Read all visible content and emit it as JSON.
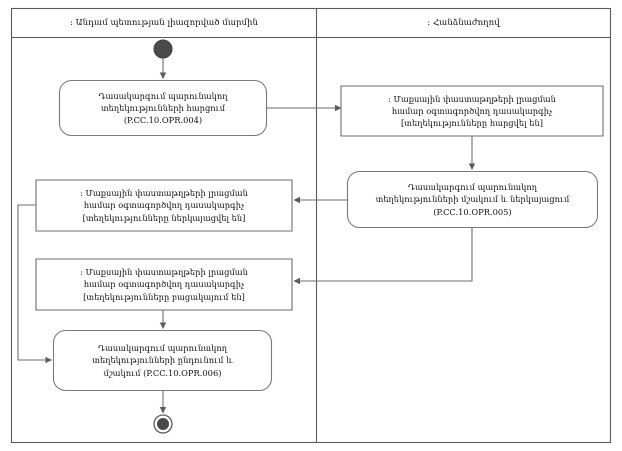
{
  "diagram": {
    "type": "uml-activity-diagram",
    "title": "",
    "lanes": [
      {
        "id": "lane-left",
        "label": ": Անդամ պետության լիազորված մարմին"
      },
      {
        "id": "lane-right",
        "label": ": Հանձնաժողով"
      }
    ],
    "nodes": [
      {
        "id": "initial-node",
        "kind": "initial-node",
        "lane": "lane-left",
        "label": ""
      },
      {
        "id": "activity-opr-004",
        "kind": "activity",
        "lane": "lane-left",
        "lines": [
          "Դասակարգում պարունակող",
          "տեղեկությունների հարցում",
          "(P.CC.10.OPR.004)"
        ]
      },
      {
        "id": "object-request-sent",
        "kind": "object-node",
        "lane": "lane-right",
        "lines": [
          ": Մաքսային փաստաթղթերի լրացման",
          "համար օգտագործվող դասակարգիչ",
          "[տեղեկությունները հարցվել են]"
        ]
      },
      {
        "id": "activity-opr-005",
        "kind": "activity",
        "lane": "lane-right",
        "lines": [
          "Դասակարգում պարունակող",
          "տեղեկությունների մշակում և ներկայացում",
          "(P.CC.10.OPR.005)"
        ]
      },
      {
        "id": "object-data-presented",
        "kind": "object-node",
        "lane": "lane-left",
        "lines": [
          ": Մաքսային փաստաթղթերի լրացման",
          "համար օգտագործվող դասակարգիչ",
          "[տեղեկությունները ներկայացվել են]"
        ]
      },
      {
        "id": "object-data-missing",
        "kind": "object-node",
        "lane": "lane-left",
        "lines": [
          ": Մաքսային փաստաթղթերի լրացման",
          "համար օգտագործվող դասակարգիչ",
          "[տեղեկությունները բացակայում են]"
        ]
      },
      {
        "id": "activity-opr-006",
        "kind": "activity",
        "lane": "lane-left",
        "lines": [
          "Դասակարգում պարունակող",
          "տեղեկությունների ընդունում և",
          "մշակում (P.CC.10.OPR.006)"
        ]
      },
      {
        "id": "final-node",
        "kind": "final-node",
        "lane": "lane-left",
        "label": ""
      }
    ],
    "edges": [
      {
        "id": "edge-initial-to-004",
        "from": "initial-node",
        "to": "activity-opr-004"
      },
      {
        "id": "edge-004-to-request-sent",
        "from": "activity-opr-004",
        "to": "object-request-sent"
      },
      {
        "id": "edge-request-sent-to-005",
        "from": "object-request-sent",
        "to": "activity-opr-005"
      },
      {
        "id": "edge-005-to-presented",
        "from": "activity-opr-005",
        "to": "object-data-presented"
      },
      {
        "id": "edge-005-to-missing",
        "from": "activity-opr-005",
        "to": "object-data-missing"
      },
      {
        "id": "edge-presented-to-006",
        "from": "object-data-presented",
        "to": "activity-opr-006"
      },
      {
        "id": "edge-missing-to-006",
        "from": "object-data-missing",
        "to": "activity-opr-006"
      },
      {
        "id": "edge-006-to-final",
        "from": "activity-opr-006",
        "to": "final-node"
      }
    ],
    "colors": {
      "stroke": "#6e6e6e",
      "frame_stroke": "#5a5a5a",
      "node_fill": "#ffffff",
      "initial_node_fill": "#4a4a4a",
      "text": "#101010",
      "background": "#ffffff"
    }
  }
}
